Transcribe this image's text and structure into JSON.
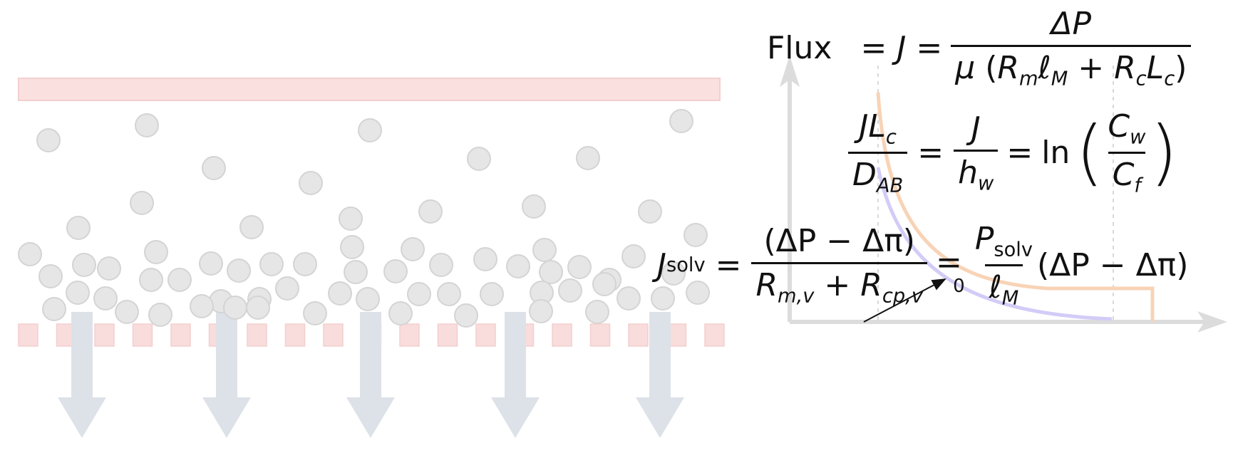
{
  "membrane_diagram": {
    "particle_color": "#e6e6e6",
    "membrane_color": "#f9dcdc",
    "arrow_color": "#dde1e8"
  },
  "flux_plot": {
    "axis_color": "#dddddd",
    "curve_colors": [
      "#f7c9a6",
      "#cdc8f5",
      "#fbe2d2"
    ]
  },
  "equations": {
    "flux_label": "Flux",
    "eq_sign": "=",
    "j": "J",
    "delta_p": "ΔP",
    "mu": "μ",
    "r": "R",
    "l": "ℓ",
    "sub_m": "m",
    "sub_M": "M",
    "sub_c": "c",
    "plus": "+",
    "L": "L",
    "D": "D",
    "sub_ab": "AB",
    "h": "h",
    "sub_w": "w",
    "ln": "ln",
    "C": "C",
    "sub_f": "f",
    "sub_solv": "solv",
    "lhs_paren_num": "(ΔP − Δπ)",
    "sub_mv": "m,v",
    "sub_cpv": "cp,v",
    "P": "P",
    "rhs_paren": "(ΔP − Δπ)",
    "zero_annotation": "0"
  }
}
